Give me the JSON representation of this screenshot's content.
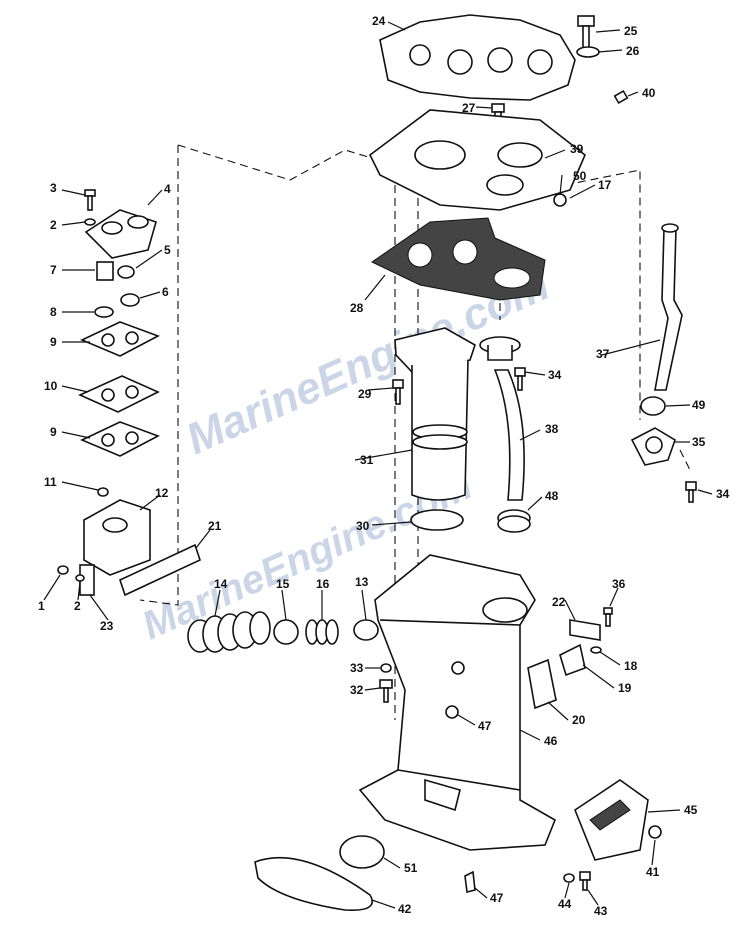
{
  "watermark": {
    "text_upper": "MarineEngine.com",
    "text_lower": "MarineEngine.com",
    "color": "#9fb6d6"
  },
  "part_labels": [
    "1",
    "2",
    "2",
    "3",
    "4",
    "5",
    "6",
    "7",
    "8",
    "9",
    "9",
    "10",
    "11",
    "12",
    "13",
    "14",
    "15",
    "16",
    "17",
    "18",
    "19",
    "20",
    "21",
    "22",
    "23",
    "24",
    "25",
    "26",
    "27",
    "28",
    "29",
    "30",
    "31",
    "32",
    "33",
    "34",
    "34",
    "35",
    "36",
    "37",
    "38",
    "39",
    "40",
    "41",
    "42",
    "43",
    "44",
    "45",
    "46",
    "47",
    "47",
    "48",
    "49",
    "50",
    "51"
  ],
  "parts": [
    {
      "id": "24",
      "icon": "gasket-top-icon"
    },
    {
      "id": "25",
      "icon": "bolt-icon"
    },
    {
      "id": "26",
      "icon": "washer-icon"
    },
    {
      "id": "27",
      "icon": "bolt-icon"
    },
    {
      "id": "39",
      "icon": "adapter-plate-icon"
    },
    {
      "id": "28",
      "icon": "gasket-icon"
    },
    {
      "id": "31",
      "icon": "exhaust-tube-icon"
    },
    {
      "id": "46",
      "icon": "driveshaft-housing-icon"
    },
    {
      "id": "37",
      "icon": "water-tube-icon"
    },
    {
      "id": "14",
      "icon": "bellows-icon"
    }
  ]
}
